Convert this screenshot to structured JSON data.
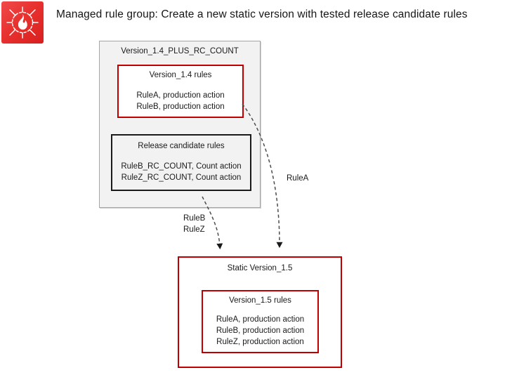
{
  "title": "Managed rule group: Create a new static version with tested release candidate rules",
  "icon": {
    "name": "aws-waf-icon",
    "color": "#e8322f"
  },
  "colors": {
    "red_border": "#c00000",
    "black_border": "#1a1a1a",
    "gray_fill": "#f2f2f2",
    "gray_border": "#a6a6a6",
    "arrow": "#404040"
  },
  "diagram": {
    "group_container": {
      "title": "Version_1.4_PLUS_RC_COUNT"
    },
    "version_14_box": {
      "title": "Version_1.4 rules",
      "rules": [
        "RuleA, production action",
        "RuleB, production action"
      ]
    },
    "release_candidate_box": {
      "title": "Release candidate rules",
      "rules": [
        "RuleB_RC_COUNT, Count action",
        "RuleZ_RC_COUNT, Count action"
      ]
    },
    "static_version_15_box": {
      "title": "Static Version_1.5"
    },
    "version_15_rules_box": {
      "title": "Version_1.5 rules",
      "rules": [
        "RuleA, production action",
        "RuleB, production action",
        "RuleZ, production action"
      ]
    },
    "edges": [
      {
        "name": "edge-rulea",
        "label": "RuleA"
      },
      {
        "name": "edge-rulebz",
        "label_line1": "RuleB",
        "label_line2": "RuleZ"
      }
    ]
  }
}
